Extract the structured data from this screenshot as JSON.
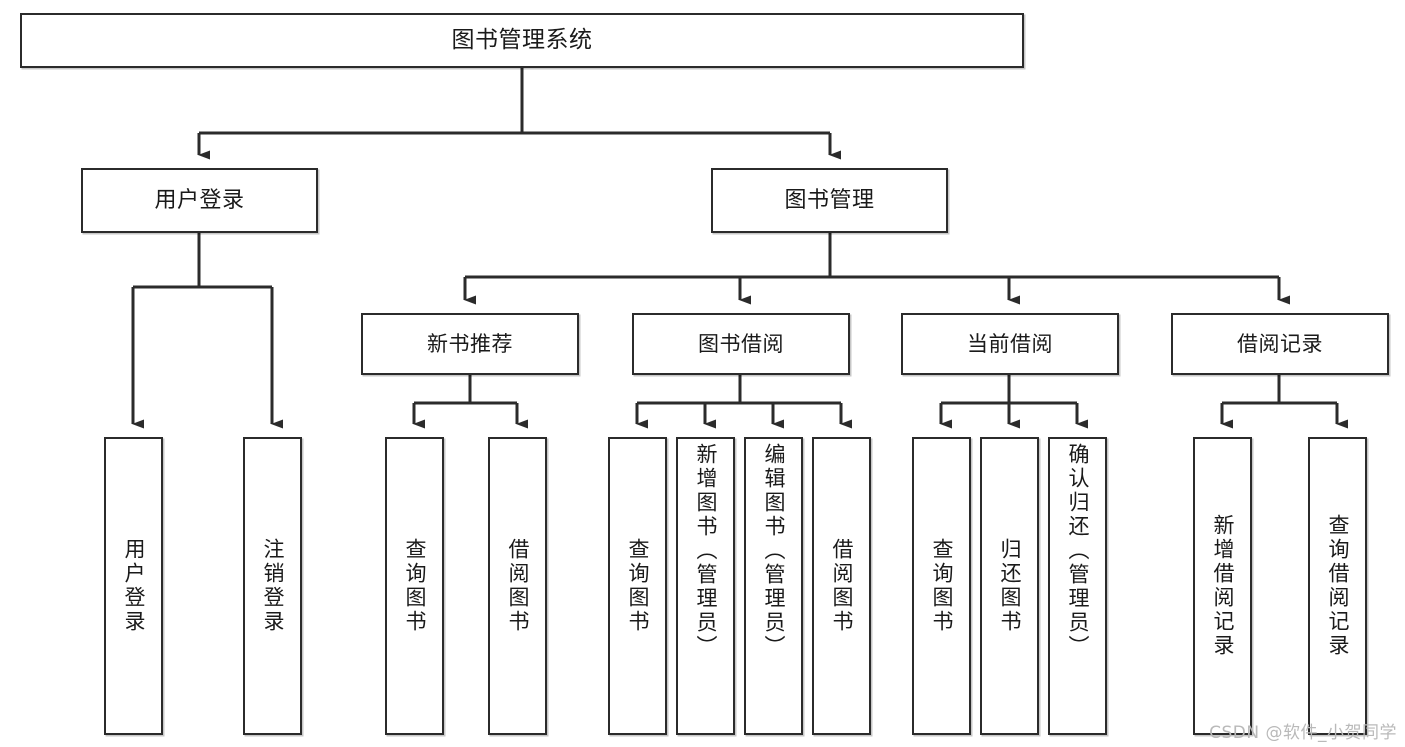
{
  "diagram": {
    "title": "图书管理系统",
    "type": "tree-hierarchy-chart",
    "colors": {
      "node_border": "#2b2b2b",
      "node_fill": "#ffffff",
      "edge": "#2b2b2b",
      "text": "#1a1a1a",
      "watermark": "#b9b9b9",
      "background": "#ffffff"
    },
    "root": {
      "label": "图书管理系统"
    },
    "level2": [
      {
        "label": "用户登录"
      },
      {
        "label": "图书管理"
      }
    ],
    "level3": [
      {
        "label": "新书推荐"
      },
      {
        "label": "图书借阅"
      },
      {
        "label": "当前借阅"
      },
      {
        "label": "借阅记录"
      }
    ],
    "leaves": {
      "user_login": [
        {
          "label": "用户登录"
        },
        {
          "label": "注销登录"
        }
      ],
      "new_book_recommend": [
        {
          "label": "查询图书"
        },
        {
          "label": "借阅图书"
        }
      ],
      "book_borrow": [
        {
          "label": "查询图书"
        },
        {
          "label": "新增图书（管理员）"
        },
        {
          "label": "编辑图书（管理员）"
        },
        {
          "label": "借阅图书"
        }
      ],
      "current_borrow": [
        {
          "label": "查询图书"
        },
        {
          "label": "归还图书"
        },
        {
          "label": "确认归还（管理员）"
        }
      ],
      "borrow_record": [
        {
          "label": "新增借阅记录"
        },
        {
          "label": "查询借阅记录"
        }
      ]
    }
  },
  "watermark": {
    "text": "CSDN @软件_小贺同学"
  }
}
